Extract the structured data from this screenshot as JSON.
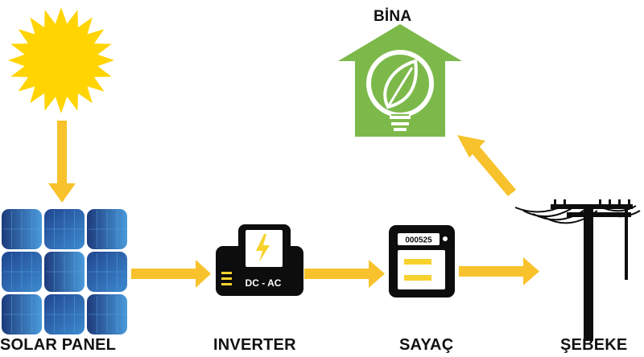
{
  "labels": {
    "building": "BİNA",
    "solar_panel": "SOLAR PANEL",
    "inverter": "INVERTER",
    "meter": "SAYAÇ",
    "grid": "ŞEBEKE"
  },
  "inverter_text": "DC - AC",
  "meter_reading": "000525",
  "colors": {
    "sun": "#ffd400",
    "arrow": "#f8c22c",
    "house": "#7cb94a",
    "panel_dark": "#1d3a7a",
    "panel_light": "#4a9bdc",
    "device": "#0d0d0d",
    "accent_yellow": "#f7d22e"
  },
  "icons": [
    "sun-icon",
    "solar-panel-icon",
    "inverter-icon",
    "meter-icon",
    "utility-pole-icon",
    "house-icon",
    "light-bulb-icon",
    "leaf-icon",
    "lightning-icon"
  ]
}
